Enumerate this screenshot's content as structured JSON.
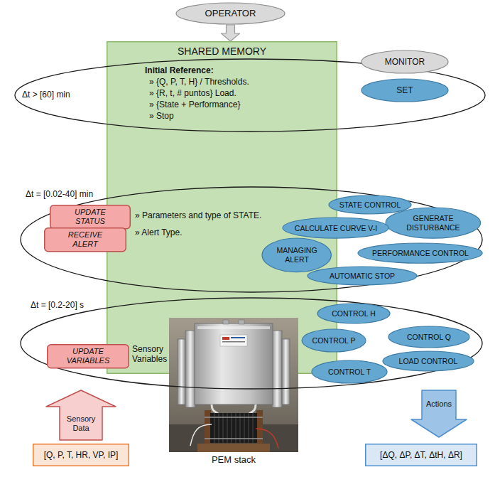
{
  "diagram": {
    "nodes": [
      {
        "text": [
          "OPERATOR"
        ]
      },
      {
        "text": [
          "SHARED MEMORY",
          "Initial Reference:",
          "» {Q, P, T, H} / Thresholds.",
          "» {R, t, # puntos} Load.",
          "» {State + Performance}",
          "» Stop",
          "» Parameters and type of STATE.",
          "» Alert Type.",
          "Sensory Variables"
        ]
      },
      {
        "text": [
          "Δt > [60] min"
        ]
      },
      {
        "text": [
          "MONITOR"
        ],
        "in": 2
      },
      {
        "text": [
          "SET"
        ],
        "in": 2
      },
      {
        "text": [
          "Δt = [0.02-40] min"
        ]
      },
      {
        "text": [
          "UPDATE STATUS"
        ],
        "in": 5
      },
      {
        "text": [
          "RECEIVE ALERT"
        ],
        "in": 5
      },
      {
        "text": [
          "STATE CONTROL"
        ],
        "in": 5
      },
      {
        "text": [
          "GENERATE DISTURBANCE"
        ],
        "in": 5
      },
      {
        "text": [
          "CALCULATE CURVE V-I"
        ],
        "in": 5
      },
      {
        "text": [
          "MANAGING ALERT"
        ],
        "in": 5
      },
      {
        "text": [
          "PERFORMANCE CONTROL"
        ],
        "in": 5
      },
      {
        "text": [
          "AUTOMATIC STOP"
        ],
        "in": 5
      },
      {
        "text": [
          "Δt = [0.2-20] s"
        ]
      },
      {
        "text": [
          "UPDATE VARIABLES"
        ],
        "in": 14
      },
      {
        "text": [
          "CONTROL H"
        ],
        "in": 14
      },
      {
        "text": [
          "CONTROL Q"
        ],
        "in": 14
      },
      {
        "text": [
          "CONTROL P"
        ],
        "in": 14
      },
      {
        "text": [
          "LOAD CONTROL"
        ],
        "in": 14
      },
      {
        "text": [
          "CONTROL T"
        ],
        "in": 14
      },
      {
        "text": [
          "Sensory Data"
        ]
      },
      {
        "text": [
          "[Q, P, T, HR, VP, IP]"
        ]
      },
      {
        "text": [
          "Actions"
        ]
      },
      {
        "text": [
          "[ΔQ, ΔP, ΔT, ΔtH, ΔR]"
        ]
      }
    ],
    "edges": [
      {
        "from": 0,
        "to": 1,
        "arrow": "to"
      }
    ],
    "labels": [
      "PEM stack"
    ]
  }
}
